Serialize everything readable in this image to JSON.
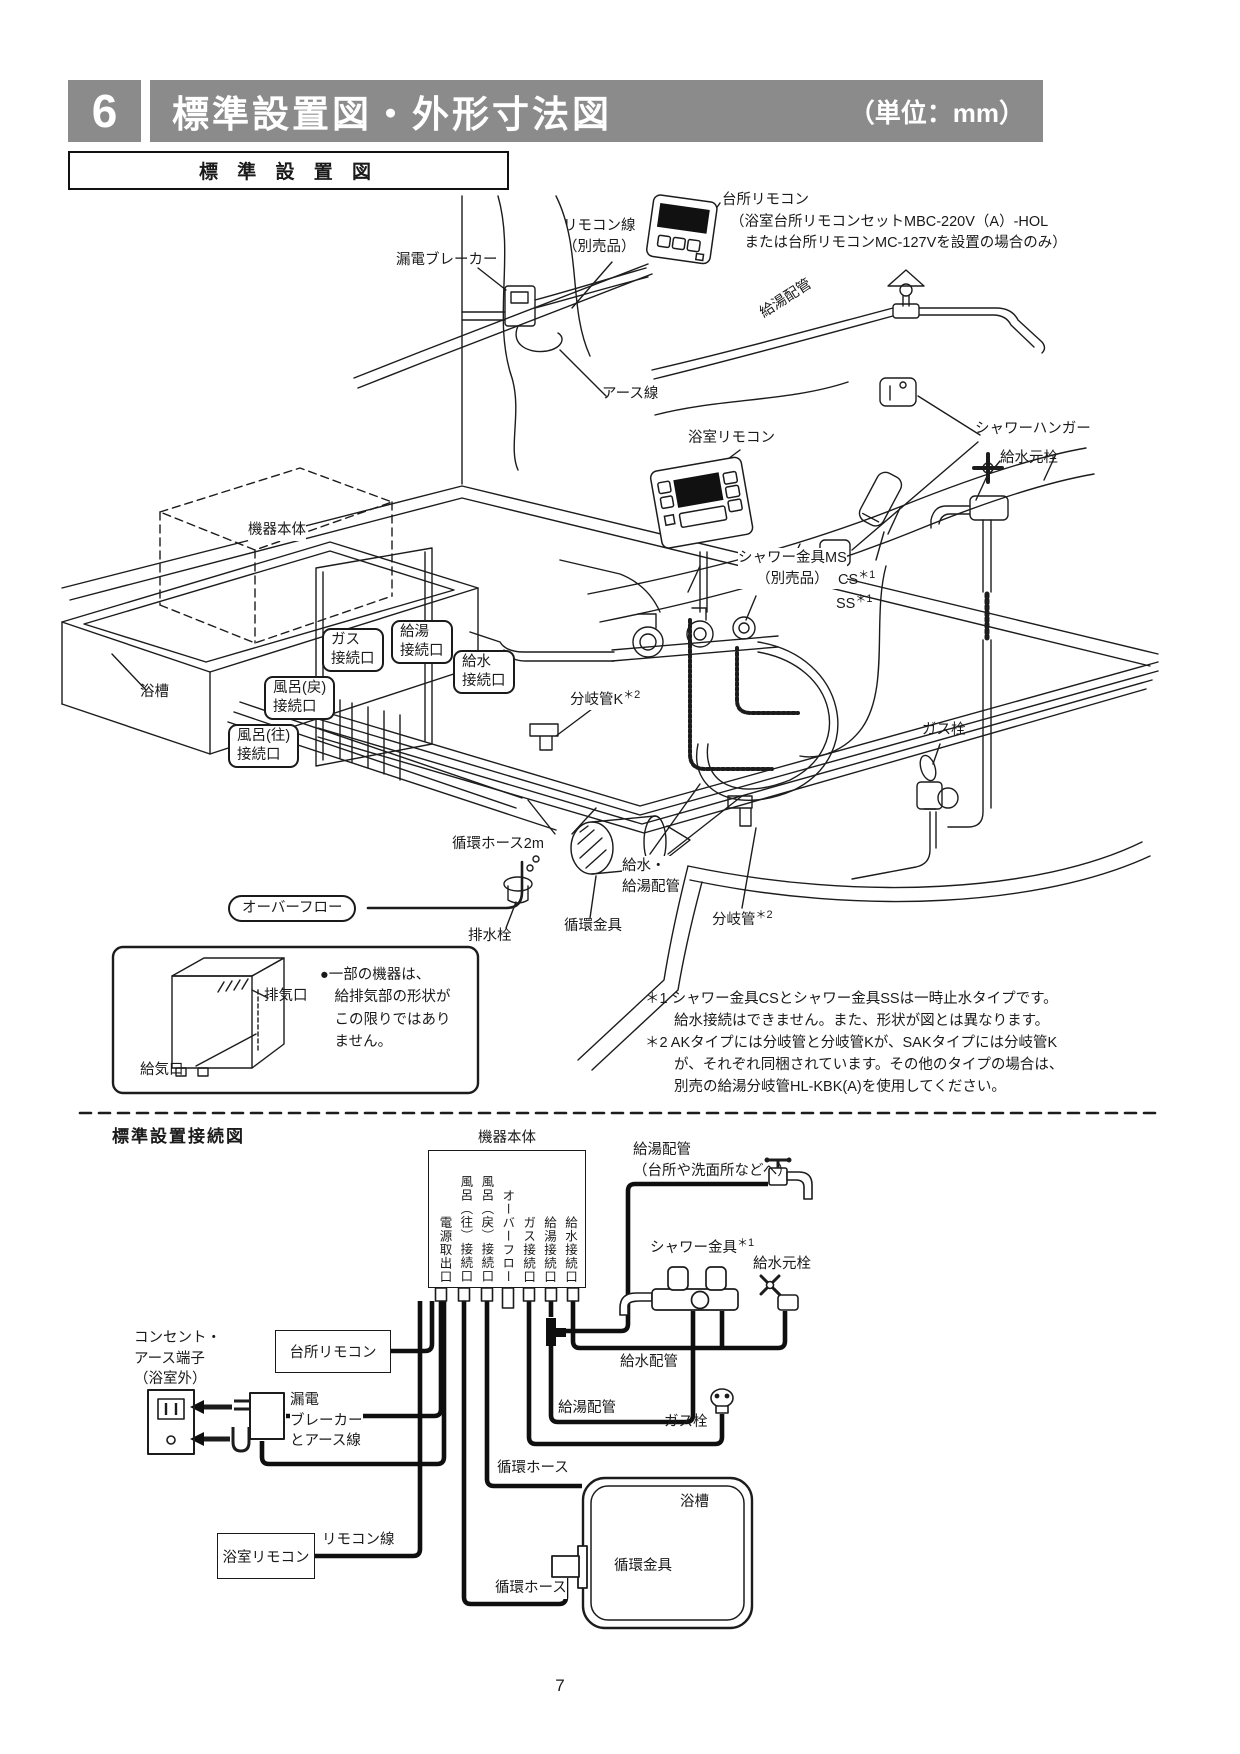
{
  "header": {
    "section_number": "6",
    "title": "標準設置図・外形寸法図",
    "unit_note": "（単位：mm）"
  },
  "page": {
    "number": "7"
  },
  "top_diagram": {
    "title": "標 準 設 置 図",
    "labels": {
      "remote_cable": "リモコン線\n（別売品）",
      "kitchen_remote": "台所リモコン",
      "kitchen_remote_note": "（浴室台所リモコンセットMBC-220V（A）-HOL\n　または台所リモコンMC-127Vを設置の場合のみ）",
      "breaker": "漏電ブレーカー",
      "earth_wire": "アース線",
      "hot_water_piping": "給湯配管",
      "shower_hanger": "シャワーハンガー",
      "bath_remote": "浴室リモコン",
      "water_main_valve": "給水元栓",
      "unit_body": "機器本体",
      "shower_fitting": "シャワー金具MS\n（別売品）",
      "shower_fitting_cs": "CS",
      "shower_fitting_cs_sup": "＊1",
      "shower_fitting_ss": "SS",
      "shower_fitting_ss_sup": "＊1",
      "gas_port": "ガス\n接続口",
      "hot_water_port": "給湯\n接続口",
      "water_port": "給水\n接続口",
      "bath_return_port": "風呂(戻)\n接続口",
      "bath_supply_port": "風呂(往)\n接続口",
      "bathtub": "浴槽",
      "branch_pipe_k": "分岐管K",
      "branch_pipe_k_sup": "＊2",
      "gas_valve": "ガス栓",
      "circulation_hose_2m": "循環ホース2m",
      "water_hot_piping": "給水・\n給湯配管",
      "overflow": "オーバーフロー",
      "drain_plug": "排水栓",
      "circulation_fitting": "循環金具",
      "branch_pipe": "分岐管",
      "branch_pipe_sup": "＊2",
      "exhaust_port": "排気口",
      "air_intake_port": "給気口",
      "equipment_note": "●一部の機器は、\n　給排気部の形状が\n　この限りではあり\n　ません。"
    },
    "footnotes": {
      "note1": "＊1 シャワー金具CSとシャワー金具SSは一時止水タイプです。\n　　給水接続はできません。また、形状が図とは異なります。",
      "note2": "＊2 AKタイプには分岐管と分岐管Kが、SAKタイプには分岐管K\n　　が、それぞれ同梱されています。その他のタイプの場合は、\n　　別売の給湯分岐管HL-KBK(A)を使用してください。"
    }
  },
  "bottom_diagram": {
    "title": "標準設置接続図",
    "unit_body": "機器本体",
    "ports": [
      "電源取出口",
      "風呂（往）接続口",
      "風呂（戻）接続口",
      "オーバーフロー",
      "ガス接続口",
      "給湯接続口",
      "給水接続口"
    ],
    "labels": {
      "hot_piping_to_kitchen": "給湯配管\n（台所や洗面所などへ）",
      "shower_fitting": "シャワー金具",
      "shower_fitting_sup": "＊1",
      "water_main_valve": "給水元栓",
      "outlet_earth": "コンセント・\nアース端子\n（浴室外）",
      "kitchen_remote": "台所リモコン",
      "breaker_earth": "漏電\nブレーカー\nとアース線",
      "water_piping": "給水配管",
      "hot_piping": "給湯配管",
      "gas_valve": "ガス栓",
      "bath_remote": "浴室リモコン",
      "remote_cable": "リモコン線",
      "circulation_hose_upper": "循環ホース",
      "circulation_hose_lower": "循環ホース",
      "bathtub": "浴槽",
      "circulation_fitting": "循環金具"
    }
  }
}
